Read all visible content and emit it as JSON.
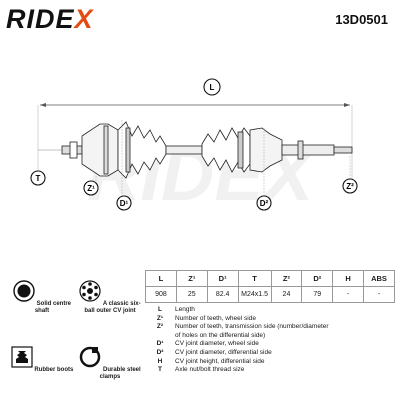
{
  "header": {
    "logo_text": "RIDE",
    "logo_x": "X",
    "part_number": "13D0501",
    "accent_color": "#e34b12"
  },
  "drawing": {
    "watermark": "RIDEX",
    "labels": {
      "L": "L",
      "T": "T",
      "Z1": "Z¹",
      "D1": "D¹",
      "D2": "D²",
      "Z2": "Z²"
    }
  },
  "specs": {
    "headers": [
      "L",
      "Z¹",
      "D¹",
      "T",
      "Z²",
      "D²",
      "H",
      "ABS"
    ],
    "values": [
      "908",
      "25",
      "82.4",
      "M24x1.5",
      "24",
      "79",
      "-",
      "-"
    ]
  },
  "features": [
    {
      "label": "Solid centre shaft",
      "icon": "solid-shaft-icon"
    },
    {
      "label": "A classic six-ball outer CV joint",
      "icon": "six-ball-joint-icon"
    },
    {
      "label": "Rubber boots",
      "icon": "rubber-boot-icon"
    },
    {
      "label": "Durable steel clamps",
      "icon": "steel-clamp-icon"
    }
  ],
  "legend": [
    {
      "key": "L",
      "value": "Length"
    },
    {
      "key": "Z¹",
      "value": "Number of teeth, wheel side"
    },
    {
      "key": "Z²",
      "value": "Number of teeth, transmission side (number/diameter"
    },
    {
      "key": "",
      "value": "of holes on the differential side)"
    },
    {
      "key": "D¹",
      "value": "CV joint diameter, wheel side"
    },
    {
      "key": "D²",
      "value": "CV joint diameter, differential side"
    },
    {
      "key": "H",
      "value": "CV joint height, differential side"
    },
    {
      "key": "T",
      "value": "Axle nut/bolt thread size"
    }
  ]
}
